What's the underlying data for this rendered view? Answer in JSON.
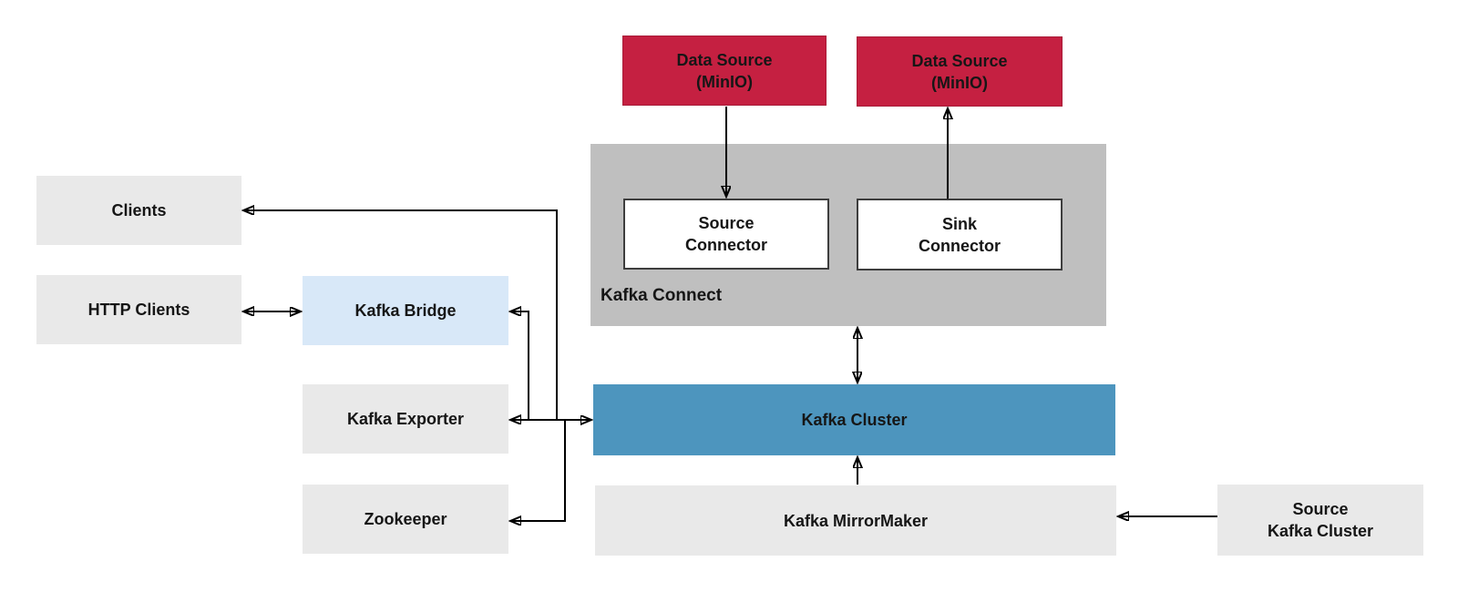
{
  "diagram": {
    "nodes": {
      "clients": {
        "label": "Clients"
      },
      "http_clients": {
        "label": "HTTP Clients"
      },
      "kafka_bridge": {
        "label": "Kafka Bridge"
      },
      "kafka_exporter": {
        "label": "Kafka Exporter"
      },
      "zookeeper": {
        "label": "Zookeeper"
      },
      "data_source_1": {
        "label": "Data Source\n(MinIO)"
      },
      "data_source_2": {
        "label": "Data Source\n(MinIO)"
      },
      "kafka_connect": {
        "label": "Kafka Connect"
      },
      "source_connector": {
        "label": "Source\nConnector"
      },
      "sink_connector": {
        "label": "Sink\nConnector"
      },
      "kafka_cluster": {
        "label": "Kafka Cluster"
      },
      "kafka_mirrormaker": {
        "label": "Kafka MirrorMaker"
      },
      "source_kafka_cluster": {
        "label": "Source\nKafka Cluster"
      }
    },
    "colors": {
      "data_source_red": "#C52041",
      "kafka_connect_gray": "#BFBFBF",
      "kafka_cluster_blue": "#4D95BE",
      "kafka_bridge_light_blue": "#D8E8F8",
      "neutral_box_gray": "#E9E9E9",
      "connector_white": "#FFFFFF",
      "arrow_black": "#000000",
      "text": "#161616"
    },
    "edges": [
      {
        "from": "data_source_1",
        "to": "source_connector",
        "type": "arrow"
      },
      {
        "from": "sink_connector",
        "to": "data_source_2",
        "type": "arrow"
      },
      {
        "from": "kafka_connect",
        "to": "kafka_cluster",
        "type": "double-arrow"
      },
      {
        "from": "kafka_cluster",
        "to": "kafka_exporter",
        "type": "double-arrow"
      },
      {
        "from": "kafka_cluster",
        "to": "clients",
        "type": "arrow"
      },
      {
        "from": "kafka_cluster",
        "to": "kafka_bridge",
        "type": "arrow"
      },
      {
        "from": "kafka_cluster",
        "to": "zookeeper",
        "type": "arrow"
      },
      {
        "from": "http_clients",
        "to": "kafka_bridge",
        "type": "double-arrow"
      },
      {
        "from": "kafka_mirrormaker",
        "to": "kafka_cluster",
        "type": "arrow"
      },
      {
        "from": "source_kafka_cluster",
        "to": "kafka_mirrormaker",
        "type": "arrow"
      }
    ]
  }
}
